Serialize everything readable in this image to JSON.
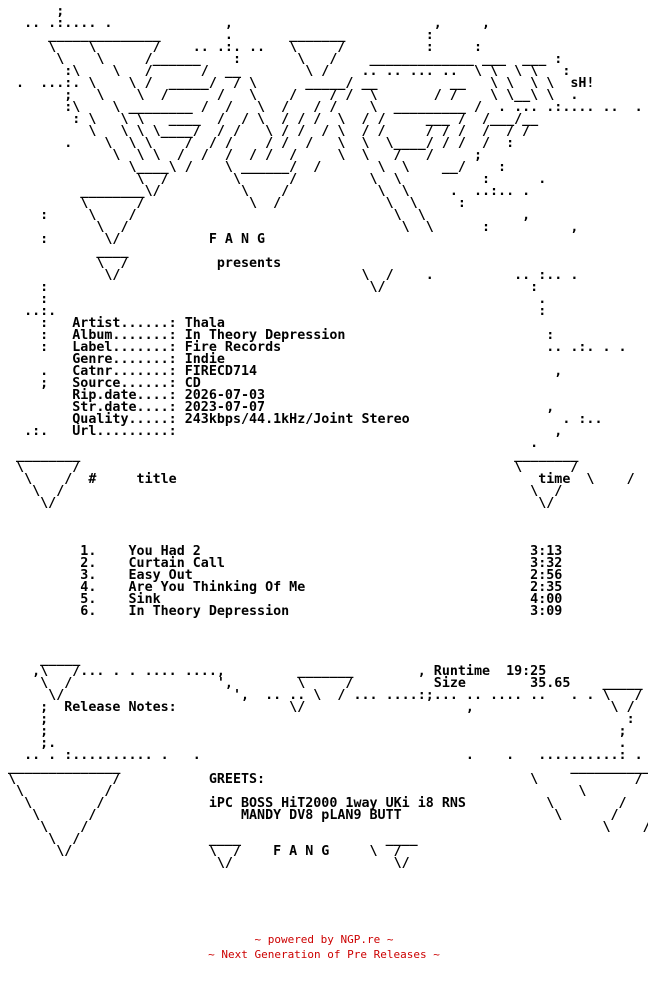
{
  "nfo": {
    "art_top": "",
    "group_name": "F A N G",
    "presents": "presents",
    "info_labels": [
      "Artist......:",
      "Album.......:",
      "Label.......:",
      "Genre.......:",
      "Catnr.......:",
      "Source......:",
      "Rip.date....:",
      "Str.date....:",
      "Quality.....:",
      "Url.........:"
    ],
    "info": {
      "artist": "Thala",
      "album": "In Theory Depression",
      "label": "Fire Records",
      "genre": "Indie",
      "catnr": "FIRECD714",
      "source": "CD",
      "rip_date": "2026-07-03",
      "str_date": "2023-07-07",
      "quality": "243kbps/44.1kHz/Joint Stereo",
      "url": ""
    },
    "tracklist_headers": {
      "num": "#",
      "title": "title",
      "time": "time"
    },
    "tracks": [
      {
        "num": "1.",
        "title": "You Had 2",
        "time": "3:13"
      },
      {
        "num": "2.",
        "title": "Curtain Call",
        "time": "3:32"
      },
      {
        "num": "3.",
        "title": "Easy Out",
        "time": "2:56"
      },
      {
        "num": "4.",
        "title": "Are You Thinking Of Me",
        "time": "2:35"
      },
      {
        "num": "5.",
        "title": "Sink",
        "time": "4:00"
      },
      {
        "num": "6.",
        "title": "In Theory Depression",
        "time": "3:09"
      }
    ],
    "runtime_label": "Runtime",
    "runtime": "19:25",
    "size_label": "Size",
    "size": "35.65",
    "release_notes_label": "Release Notes:",
    "greets_label": "GREETS:",
    "greets_line1": "iPC BOSS HiT2000 1way UKi i8 RNS",
    "greets_line2": "MANDY DV8 pLAN9 BUTT",
    "sh_tag": "sH!"
  },
  "footer": {
    "line1": "~ powered by NGP.re ~",
    "line2": "~ Next Generation of Pre Releases ~"
  }
}
